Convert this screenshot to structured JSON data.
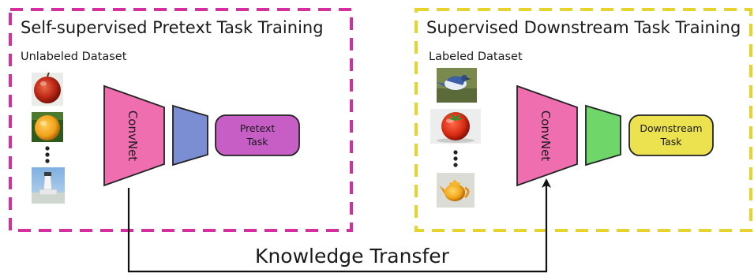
{
  "pretext_panel": {
    "title": "Self-supervised Pretext Task Training",
    "dataset_label": "Unlabeled Dataset",
    "model_label": "ConvNet",
    "task_label_line1": "Pretext",
    "task_label_line2": "Task",
    "border_color": "#d62e9e",
    "encoder_color": "#ee6eb0",
    "head_color": "#7b8ed4",
    "task_color": "#c65ec6",
    "images": [
      "apple",
      "orange",
      "lighthouse"
    ]
  },
  "downstream_panel": {
    "title": "Supervised Downstream Task Training",
    "dataset_label": "Labeled Dataset",
    "model_label": "ConvNet",
    "task_label_line1": "Downstream",
    "task_label_line2": "Task",
    "border_color": "#e6d32c",
    "encoder_color": "#ee6eb0",
    "head_color": "#6fd66a",
    "task_color": "#ece250",
    "images": [
      "bird",
      "tomato",
      "teapot"
    ]
  },
  "transfer": {
    "label": "Knowledge Transfer"
  }
}
